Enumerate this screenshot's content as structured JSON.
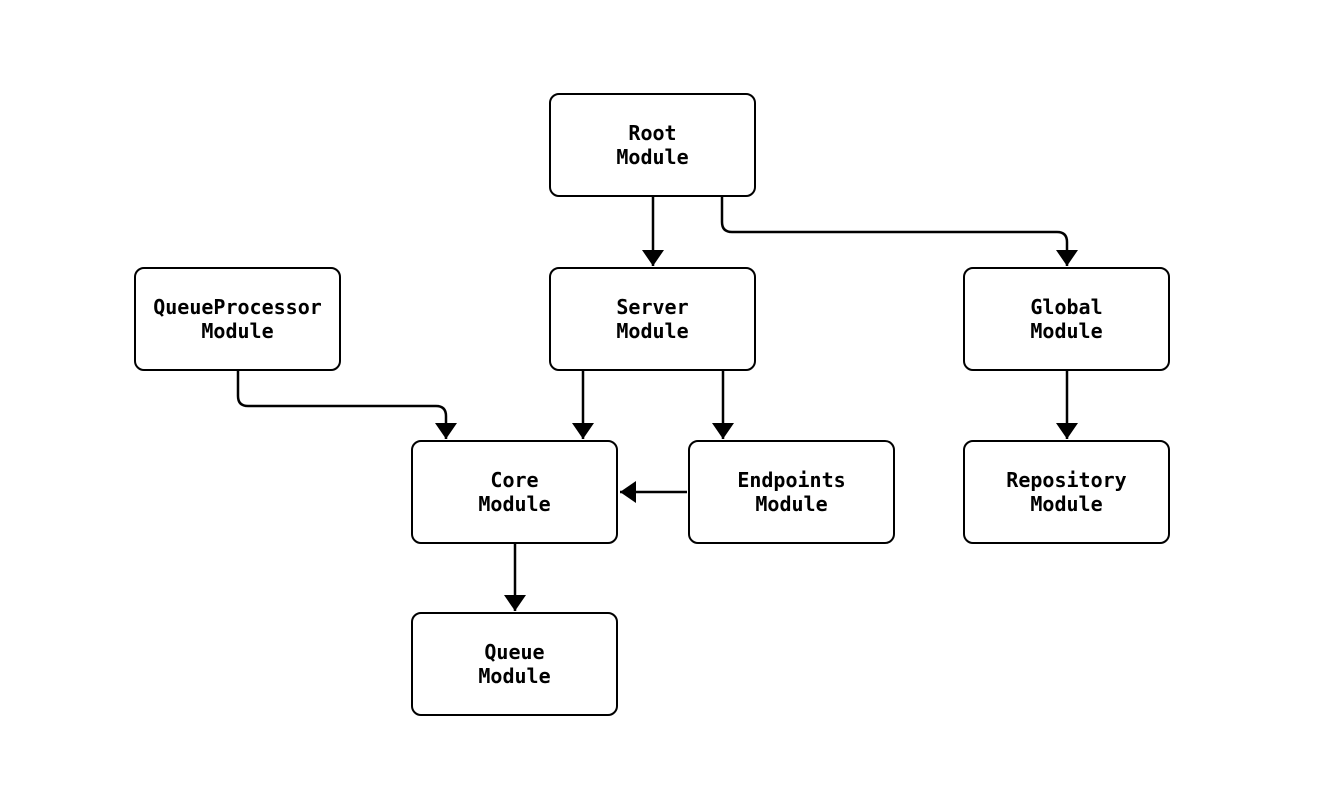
{
  "diagram": {
    "type": "flowchart",
    "colors": {
      "background": "#ffffff",
      "node_fill": "#ffffff",
      "node_stroke": "#000000",
      "edge_stroke": "#000000",
      "text": "#000000"
    },
    "nodes": [
      {
        "id": "root",
        "label": "Root\nModule"
      },
      {
        "id": "server",
        "label": "Server\nModule"
      },
      {
        "id": "queueprocessor",
        "label": "QueueProcessor\nModule"
      },
      {
        "id": "global",
        "label": "Global\nModule"
      },
      {
        "id": "core",
        "label": "Core\nModule"
      },
      {
        "id": "endpoints",
        "label": "Endpoints\nModule"
      },
      {
        "id": "repository",
        "label": "Repository\nModule"
      },
      {
        "id": "queue",
        "label": "Queue\nModule"
      }
    ],
    "edges": [
      {
        "from": "root",
        "to": "server"
      },
      {
        "from": "root",
        "to": "global"
      },
      {
        "from": "queueprocessor",
        "to": "core"
      },
      {
        "from": "server",
        "to": "core"
      },
      {
        "from": "server",
        "to": "endpoints"
      },
      {
        "from": "endpoints",
        "to": "core"
      },
      {
        "from": "global",
        "to": "repository"
      },
      {
        "from": "core",
        "to": "queue"
      }
    ]
  }
}
